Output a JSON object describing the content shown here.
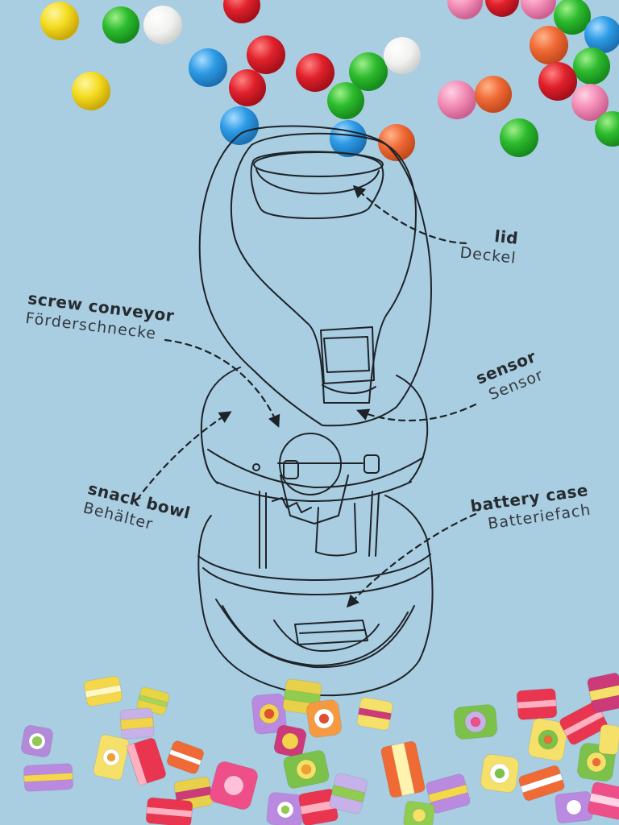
{
  "labels": {
    "lid": {
      "en": "lid",
      "de": "Deckel"
    },
    "screw_conveyor": {
      "en": "screw conveyor",
      "de": "Förderschnecke"
    },
    "sensor": {
      "en": "sensor",
      "de": "Sensor"
    },
    "snack_bowl": {
      "en": "snack bowl",
      "de": "Behälter"
    },
    "battery_case": {
      "en": "battery case",
      "de": "Batteriefach"
    }
  },
  "colors": {
    "background": "#a9cde1",
    "line": "#1e2328",
    "label_text": "#262b30"
  }
}
